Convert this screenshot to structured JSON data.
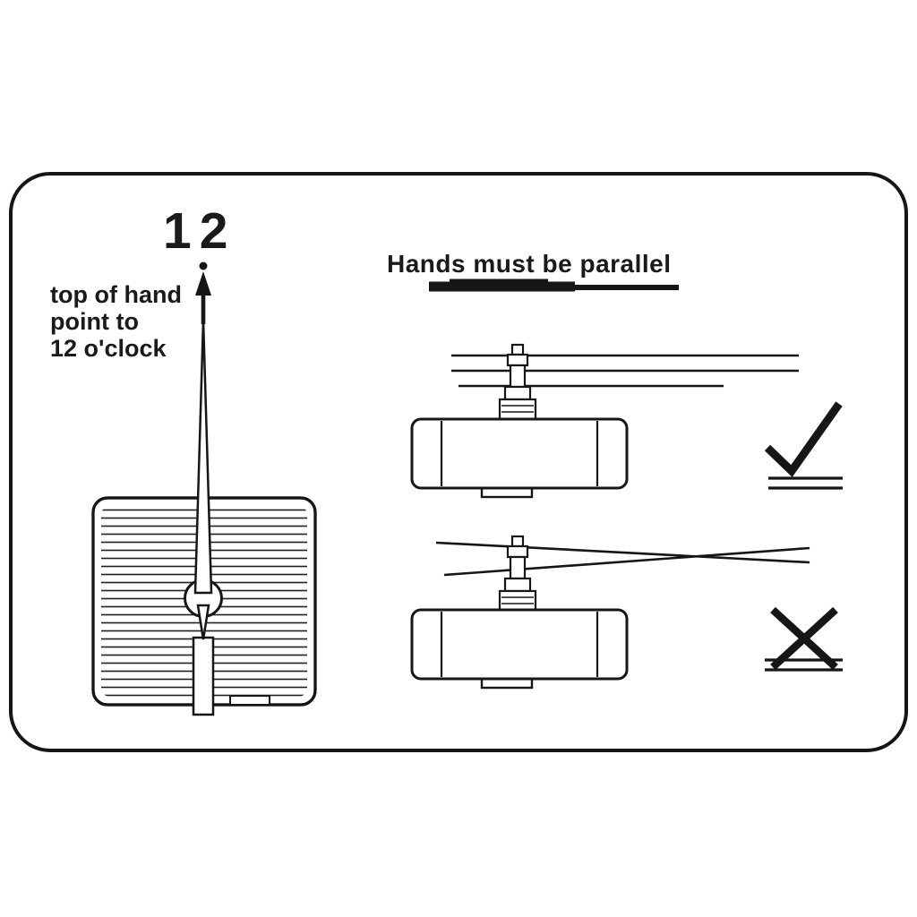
{
  "meta": {
    "background_color": "#ffffff",
    "ink_color": "#1a1a1a"
  },
  "left_panel": {
    "numeral": "12",
    "caption_line1": "top of hand",
    "caption_line2": "point to",
    "caption_line3": "12 o'clock"
  },
  "right_panel": {
    "heading": "Hands must be parallel"
  },
  "icons": {
    "up_arrow_icon": "↑",
    "check_icon": "✓",
    "cross_icon": "✕"
  }
}
